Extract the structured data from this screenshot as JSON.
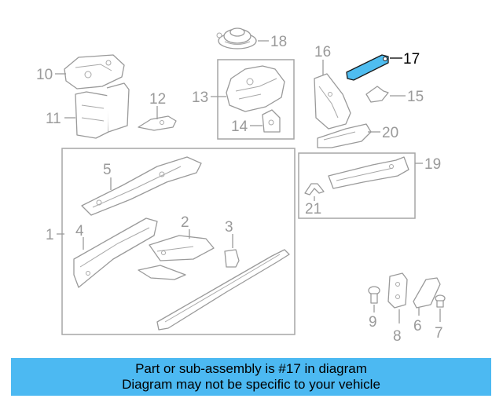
{
  "highlight_color": "#4fbdf0",
  "banner_color": "#4cb9f2",
  "callouts": {
    "c1": "1",
    "c2": "2",
    "c3": "3",
    "c4": "4",
    "c5": "5",
    "c6": "6",
    "c7": "7",
    "c8": "8",
    "c9": "9",
    "c10": "10",
    "c11": "11",
    "c12": "12",
    "c13": "13",
    "c14": "14",
    "c15": "15",
    "c16": "16",
    "c17": "17",
    "c18": "18",
    "c19": "19",
    "c20": "20",
    "c21": "21"
  },
  "highlighted_part": "17",
  "banner": {
    "line1": "Part or sub-assembly is #17 in diagram",
    "line2": "Diagram may not be specific to your vehicle"
  }
}
